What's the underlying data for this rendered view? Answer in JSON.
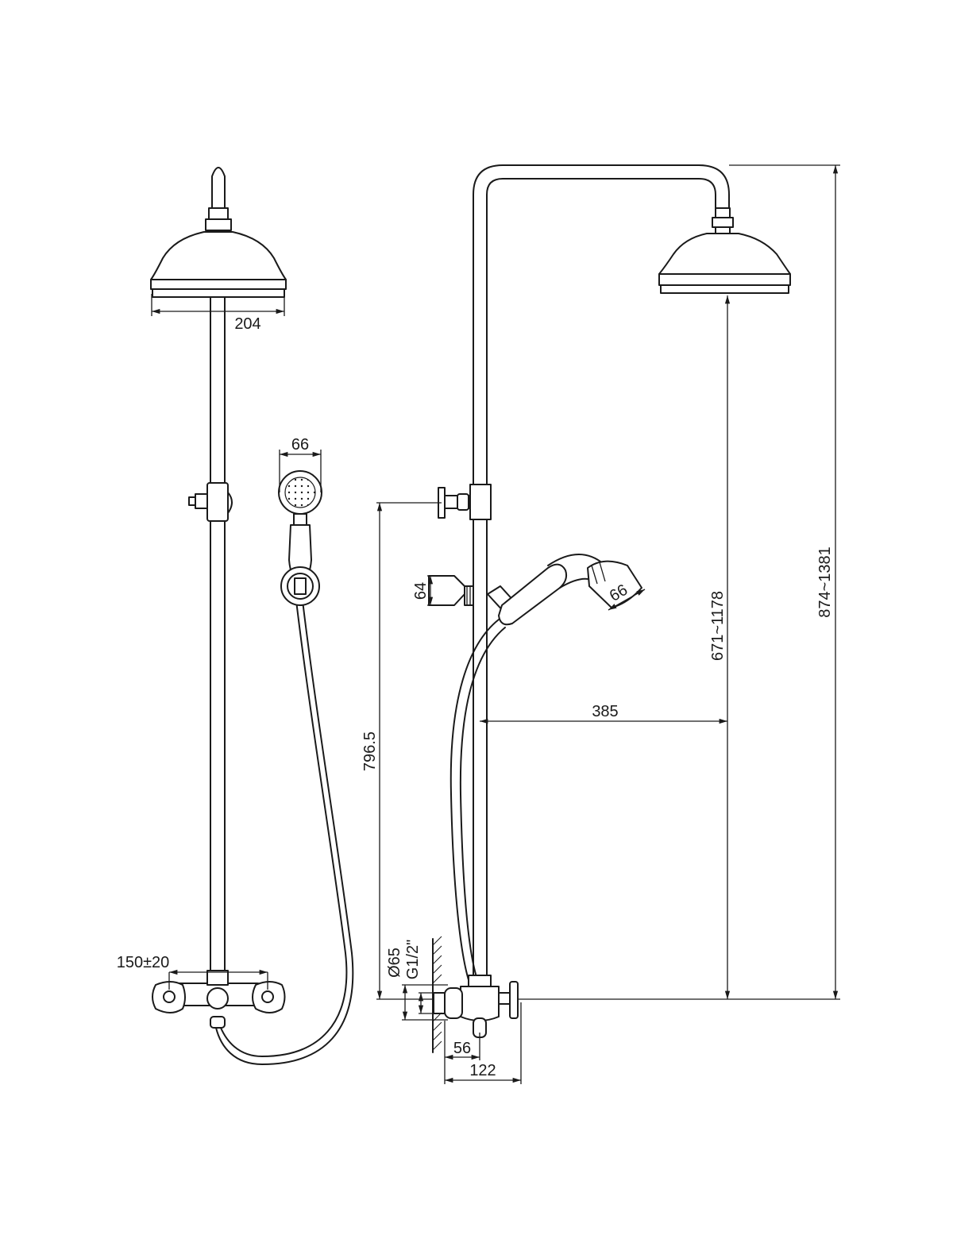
{
  "dimensions": {
    "rain_head_width": "204",
    "hand_shower_width_front": "66",
    "valve_centers": "150±20",
    "wall_to_holder_height": "796.5",
    "holder_size": "64",
    "hand_shower_width_side": "66",
    "arm_projection": "385",
    "head_height": "671~1178",
    "overall_height": "874~1381",
    "flange_diameter": "Ø65",
    "thread": "G1/2\"",
    "wall_offset": "56",
    "valve_depth": "122"
  },
  "colors": {
    "line": "#1a1a1a",
    "background": "#ffffff"
  }
}
